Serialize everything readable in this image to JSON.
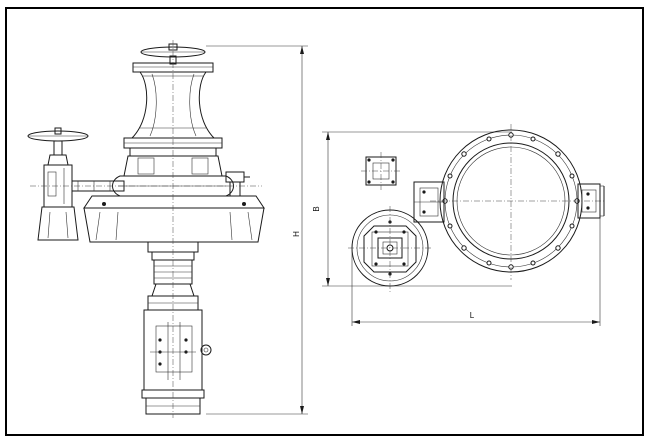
{
  "drawing": {
    "dimension_labels": {
      "height": "H",
      "breadth": "B",
      "length": "L"
    }
  }
}
